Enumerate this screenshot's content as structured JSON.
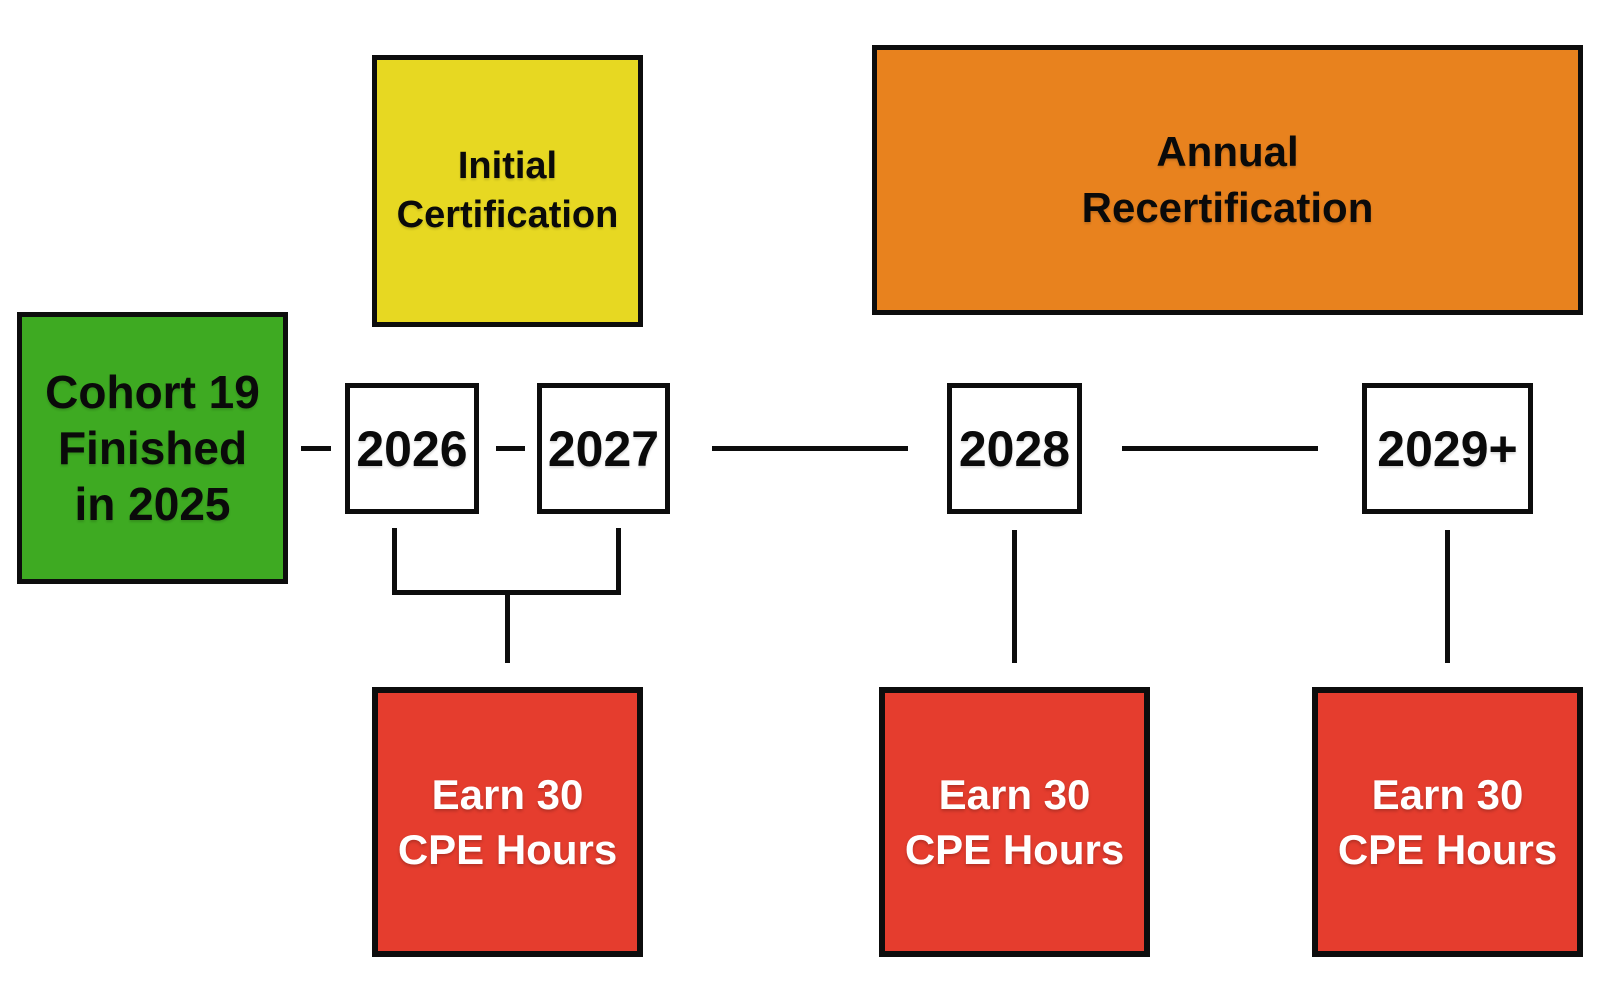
{
  "colors": {
    "background": "#FFFFFF",
    "green": "#3EAA22",
    "yellow": "#E7D822",
    "orange": "#E8821E",
    "red": "#E53D2E",
    "line": "#0D0D0D",
    "text_dark": "#0A0A0A",
    "text_light": "#FFFFFF"
  },
  "nodes": {
    "cohort": {
      "lines": [
        "Cohort 19",
        "Finished",
        "in 2025"
      ]
    },
    "initial_certification": {
      "lines": [
        "Initial",
        "Certification"
      ]
    },
    "annual_recertification": {
      "lines": [
        "Annual",
        "Recertification"
      ]
    },
    "years": [
      {
        "label": "2026"
      },
      {
        "label": "2027"
      },
      {
        "label": "2028"
      },
      {
        "label": "2029+"
      }
    ],
    "cpe_requirements": [
      {
        "lines": [
          "Earn 30",
          "CPE Hours"
        ]
      },
      {
        "lines": [
          "Earn 30",
          "CPE Hours"
        ]
      },
      {
        "lines": [
          "Earn 30",
          "CPE Hours"
        ]
      }
    ]
  }
}
